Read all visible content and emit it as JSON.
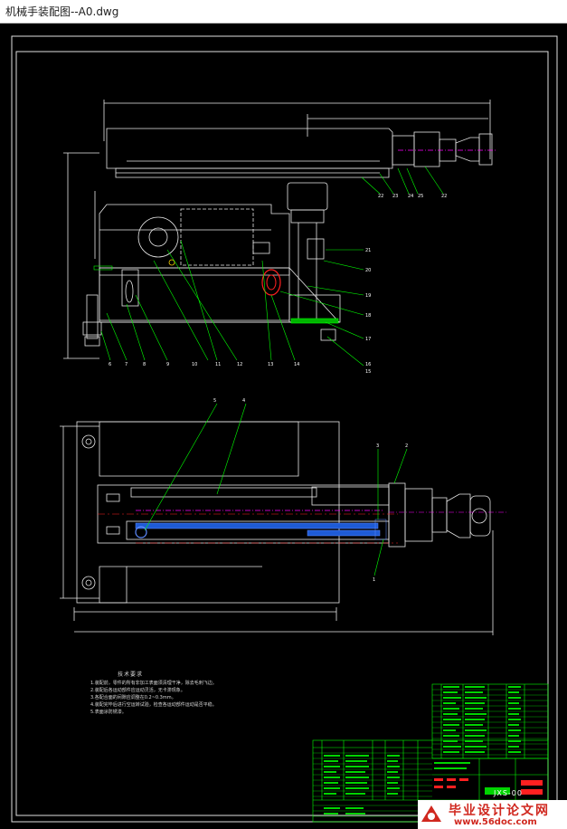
{
  "window": {
    "title": "机械手装配图--A0.dwg"
  },
  "tech_requirements": {
    "heading": "技术要求",
    "lines": [
      "1.装配前，零件的所有非加工表面须清理干净，除去毛刺飞边。",
      "2.装配后各运动部件应运动灵活，无卡滞现象。",
      "3.各配合面的间隙应调整在0.2~0.3mm。",
      "4.装配完毕后进行空运转试验，检查各运动部件运动是否平稳。",
      "5.表面涂防锈漆。"
    ]
  },
  "title_block": {
    "drawing_code": "JXS-00"
  },
  "watermark": {
    "text": "毕业设计论文网",
    "url": "www.56doc.com"
  },
  "colors": {
    "line": "#ffffff",
    "leader": "#00ff00",
    "blue": "#1e5bd6",
    "red": "#ff2020",
    "magenta": "#ff00ff"
  }
}
